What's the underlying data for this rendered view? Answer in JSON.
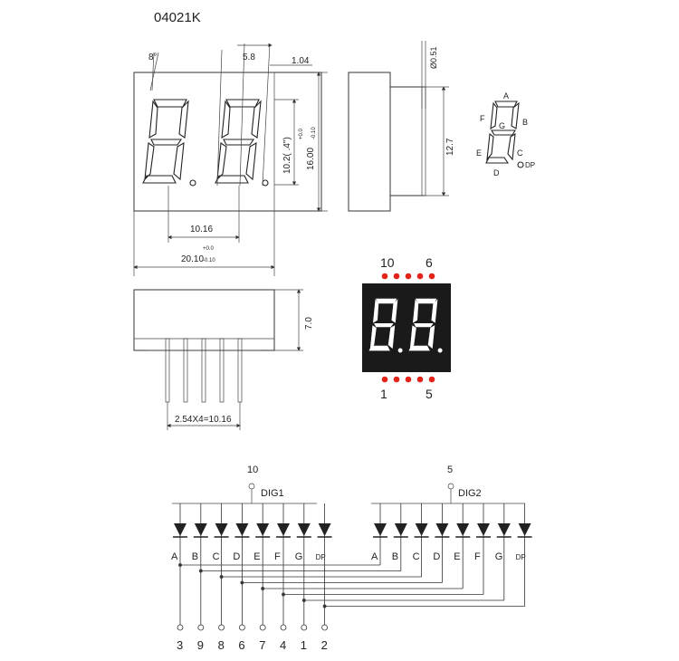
{
  "part_number": "04021K",
  "front_view": {
    "angle": "8°",
    "seg_width": "5.8",
    "seg_gap": "1.04",
    "digit_pitch": "10.16",
    "total_width": "20.10",
    "total_width_tol_plus": "+0.0",
    "total_width_tol_minus": "-0.10",
    "digit_height": "10.2( .4\")",
    "total_height": "16.00",
    "total_height_tol_plus": "+0.0",
    "total_height_tol_minus": "-0.10"
  },
  "side_view": {
    "pin_diameter": "Ø0.51",
    "pin_length": "12.7"
  },
  "bottom_view": {
    "depth": "7.0",
    "pin_spacing": "2.54X4=10.16"
  },
  "segment_legend": {
    "labels": [
      "A",
      "B",
      "C",
      "D",
      "E",
      "F",
      "G",
      "DP"
    ]
  },
  "display_photo": {
    "top_pins": [
      "10",
      "6"
    ],
    "bottom_pins": [
      "1",
      "5"
    ],
    "led_color": "#e2231a",
    "body_color": "#1a1a1a"
  },
  "schematic": {
    "dig1_label": "DIG1",
    "dig1_pin": "10",
    "dig2_label": "DIG2",
    "dig2_pin": "5",
    "segment_labels": [
      "A",
      "B",
      "C",
      "D",
      "E",
      "F",
      "G",
      "DP"
    ],
    "bottom_pins": [
      "3",
      "9",
      "8",
      "6",
      "7",
      "4",
      "1",
      "2"
    ]
  }
}
